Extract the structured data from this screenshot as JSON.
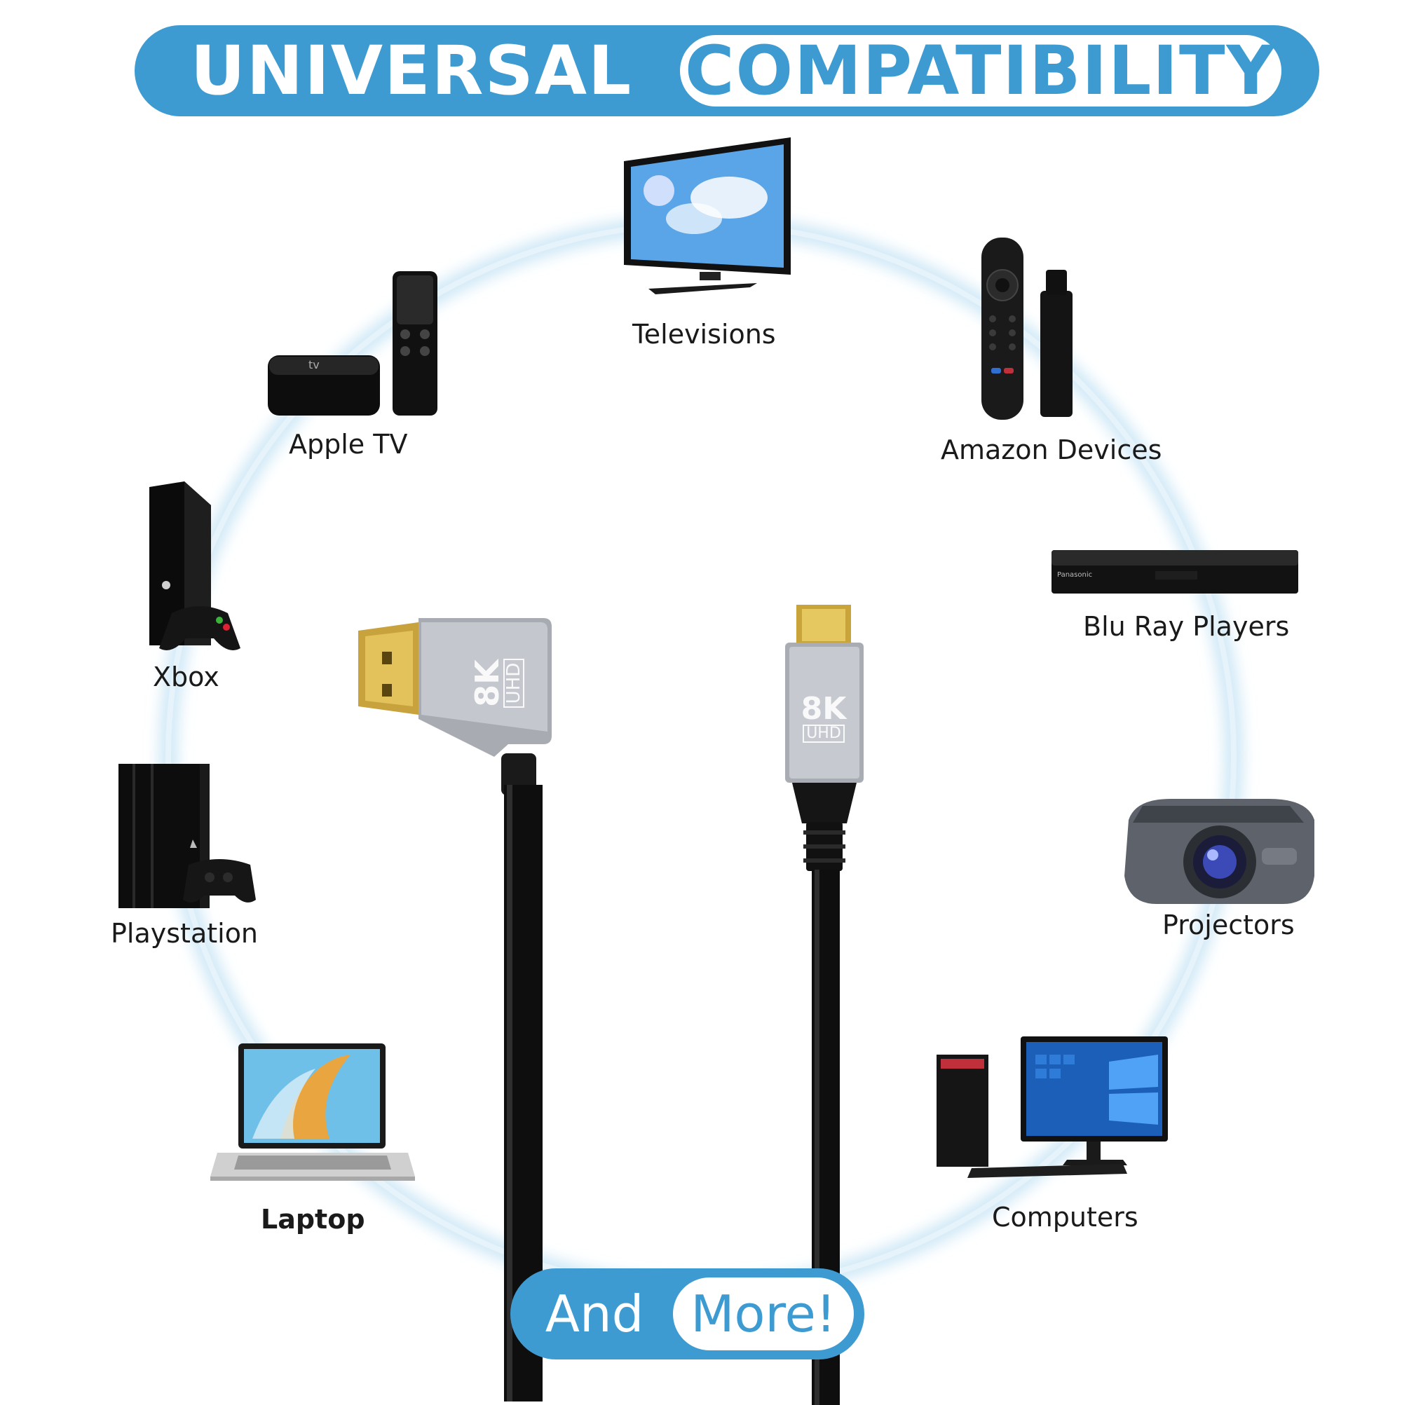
{
  "header": {
    "left": "UNIVERSAL",
    "right": "COMPATIBILITY"
  },
  "devices": {
    "televisions": "Televisions",
    "apple_tv": "Apple TV",
    "amazon": "Amazon Devices",
    "xbox": "Xbox",
    "bluray": "Blu Ray Players",
    "playstation": "Playstation",
    "projectors": "Projectors",
    "laptop": "Laptop",
    "computers": "Computers"
  },
  "connector_left": {
    "line1": "8K",
    "line2": "UHD"
  },
  "connector_right": {
    "line1": "8K",
    "line2": "UHD"
  },
  "footer": {
    "left": "And",
    "right": "More!"
  },
  "colors": {
    "accent": "#3d9bd1",
    "ring": "#cfe8f5"
  }
}
